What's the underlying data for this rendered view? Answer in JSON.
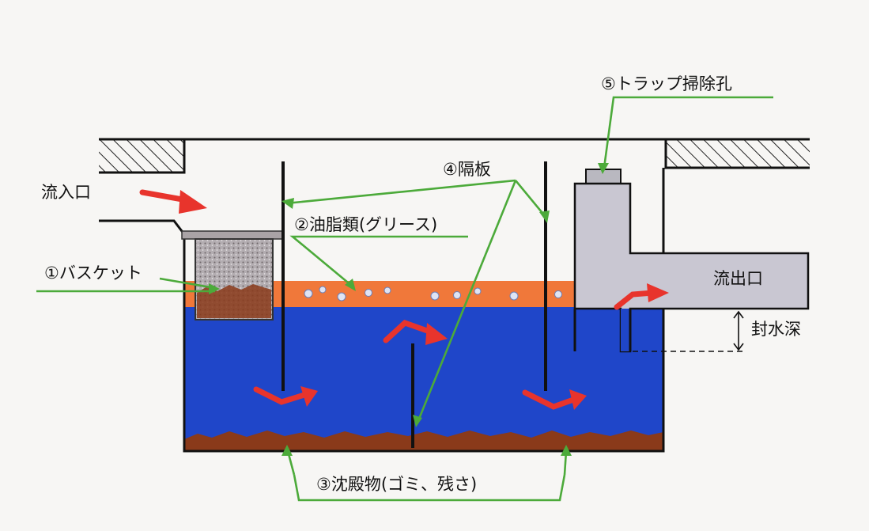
{
  "labels": {
    "inlet": "流入口",
    "basket": "①バスケット",
    "grease": "②油脂類(グリース)",
    "sediment": "③沈殿物(ゴミ、残さ)",
    "baffle": "④隔板",
    "trap_cleanout": "⑤トラップ掃除孔",
    "outlet": "流出口",
    "seal_depth": "封水深"
  },
  "colors": {
    "water": "#1f46c9",
    "grease": "#f0783a",
    "sediment": "#8a3a1a",
    "basket": "#a9a3a6",
    "trap": "#c9c7d2",
    "leader": "#4caa3a",
    "flow_arrow": "#e8342c",
    "ground_hatch": "#222222",
    "wall": "#111111"
  }
}
